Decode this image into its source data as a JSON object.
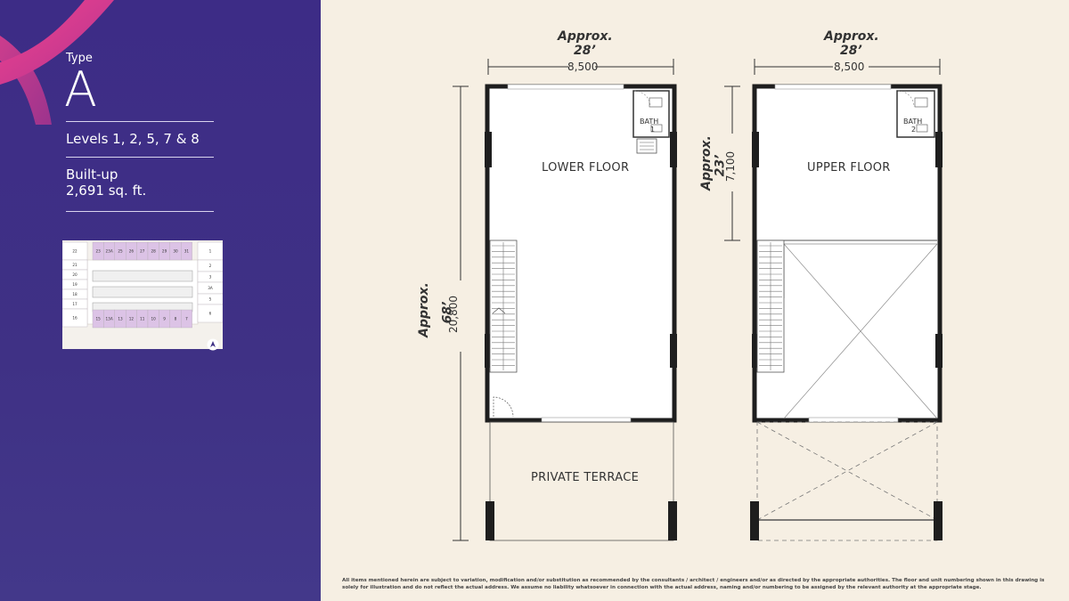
{
  "unit": {
    "type_label": "Type",
    "type_letter": "A",
    "levels": "Levels 1, 2, 5, 7 & 8",
    "builtup_label": "Built-up",
    "builtup_value": "2,691 sq. ft."
  },
  "keyplan": {
    "top_row": [
      "23",
      "23A",
      "25",
      "26",
      "27",
      "28",
      "29",
      "30",
      "31"
    ],
    "bottom_row": [
      "15",
      "13A",
      "13",
      "12",
      "11",
      "10",
      "9",
      "8",
      "7"
    ],
    "left_col": [
      "22",
      "21",
      "20",
      "19",
      "18",
      "17",
      "16"
    ],
    "right_col": [
      "1",
      "2",
      "3",
      "3A",
      "5",
      "6"
    ],
    "highlight_color": "#dcc3e6",
    "north_icon": "north-arrow-icon"
  },
  "lower_floor": {
    "title": "LOWER FLOOR",
    "width_approx": "Approx.",
    "width_ft": "28’",
    "width_mm": "8,500",
    "length_approx": "Approx.",
    "length_ft": "68’",
    "length_mm": "20,800",
    "bath_label": "BATH",
    "bath_number": "1",
    "terrace": "PRIVATE TERRACE"
  },
  "upper_floor": {
    "title": "UPPER FLOOR",
    "width_approx": "Approx.",
    "width_ft": "28’",
    "width_mm": "8,500",
    "depth_approx": "Approx.",
    "depth_ft": "23’",
    "depth_mm": "7,100",
    "bath_label": "BATH",
    "bath_number": "2"
  },
  "colors": {
    "sidebar": "#3f3185",
    "background": "#f6efe3",
    "walls": "#1e1e1e",
    "accent": "#e8398f"
  },
  "disclaimer": "All items mentioned herein are subject to variation, modification and/or substitution as recommended by the consultants / architect / engineers and/or as directed by the appropriate authorities. The floor and unit numbering shown in this drawing is solely for illustration and do not reflect the actual address. We assume no liability whatsoever in connection with the actual address, naming and/or numbering to be assigned by the relevant authority at the appropriate stage."
}
